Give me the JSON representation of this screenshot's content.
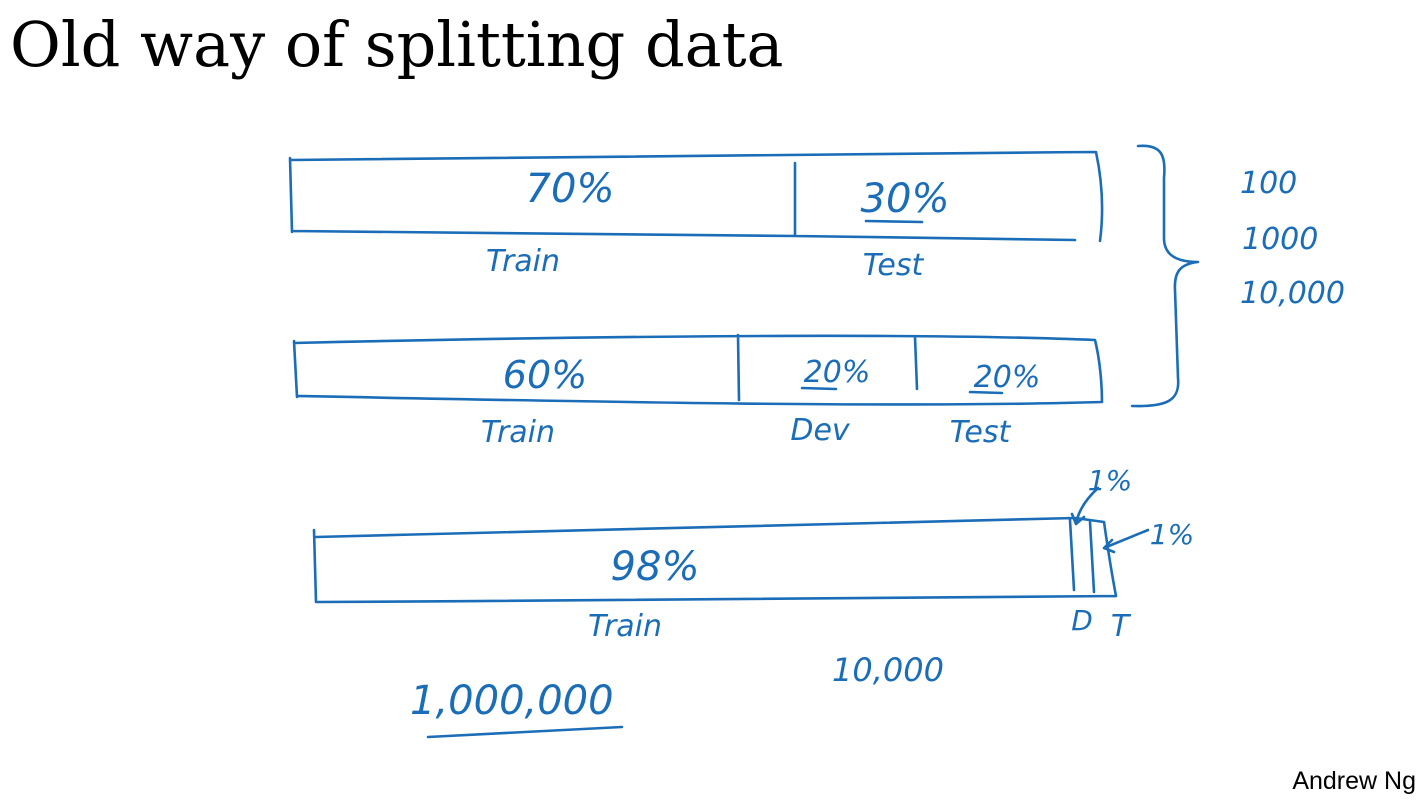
{
  "title": "Old way of splitting data",
  "author": "Andrew Ng",
  "ink_color": "#1b6db8",
  "split_70_30": {
    "train_percent": "70%",
    "test_percent": "30%",
    "train_label": "Train",
    "test_label": "Test"
  },
  "split_60_20_20": {
    "train_percent": "60%",
    "dev_percent": "20%",
    "test_percent": "20%",
    "train_label": "Train",
    "dev_label": "Dev",
    "test_label": "Test"
  },
  "dataset_sizes": [
    "100",
    "1000",
    "10,000"
  ],
  "split_big_data": {
    "train_percent": "98%",
    "dev_percent": "1%",
    "test_percent": "1%",
    "train_label": "Train",
    "dev_label": "D",
    "test_label": "T"
  },
  "big_total": "1,000,000",
  "dev_test_count": "10,000"
}
